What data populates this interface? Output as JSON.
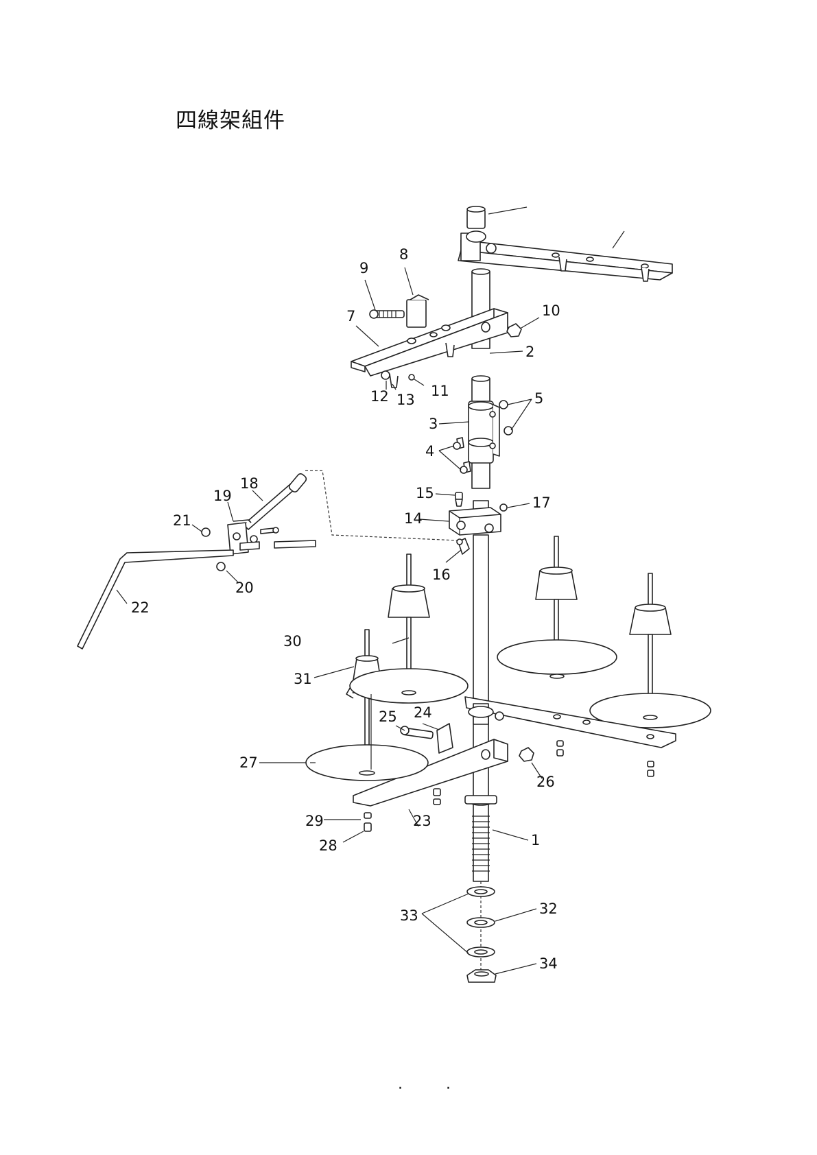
{
  "title": "四線架組件",
  "footer": "· ·",
  "callouts": [
    {
      "id": "label-1",
      "text": "1"
    },
    {
      "id": "label-2",
      "text": "2"
    },
    {
      "id": "label-3",
      "text": "3"
    },
    {
      "id": "label-4",
      "text": "4"
    },
    {
      "id": "label-5",
      "text": "5"
    },
    {
      "id": "label-7",
      "text": "7"
    },
    {
      "id": "label-8",
      "text": "8"
    },
    {
      "id": "label-9",
      "text": "9"
    },
    {
      "id": "label-10",
      "text": "10"
    },
    {
      "id": "label-11",
      "text": "11"
    },
    {
      "id": "label-12",
      "text": "12"
    },
    {
      "id": "label-13",
      "text": "13"
    },
    {
      "id": "label-14",
      "text": "14"
    },
    {
      "id": "label-15",
      "text": "15"
    },
    {
      "id": "label-16",
      "text": "16"
    },
    {
      "id": "label-17",
      "text": "17"
    },
    {
      "id": "label-18",
      "text": "18"
    },
    {
      "id": "label-19",
      "text": "19"
    },
    {
      "id": "label-20",
      "text": "20"
    },
    {
      "id": "label-21",
      "text": "21"
    },
    {
      "id": "label-22",
      "text": "22"
    },
    {
      "id": "label-23",
      "text": "23"
    },
    {
      "id": "label-24",
      "text": "24"
    },
    {
      "id": "label-25",
      "text": "25"
    },
    {
      "id": "label-26",
      "text": "26"
    },
    {
      "id": "label-27",
      "text": "27"
    },
    {
      "id": "label-28",
      "text": "28"
    },
    {
      "id": "label-29",
      "text": "29"
    },
    {
      "id": "label-30",
      "text": "30"
    },
    {
      "id": "label-31",
      "text": "31"
    },
    {
      "id": "label-32",
      "text": "32"
    },
    {
      "id": "label-33",
      "text": "33"
    },
    {
      "id": "label-34",
      "text": "34"
    }
  ]
}
